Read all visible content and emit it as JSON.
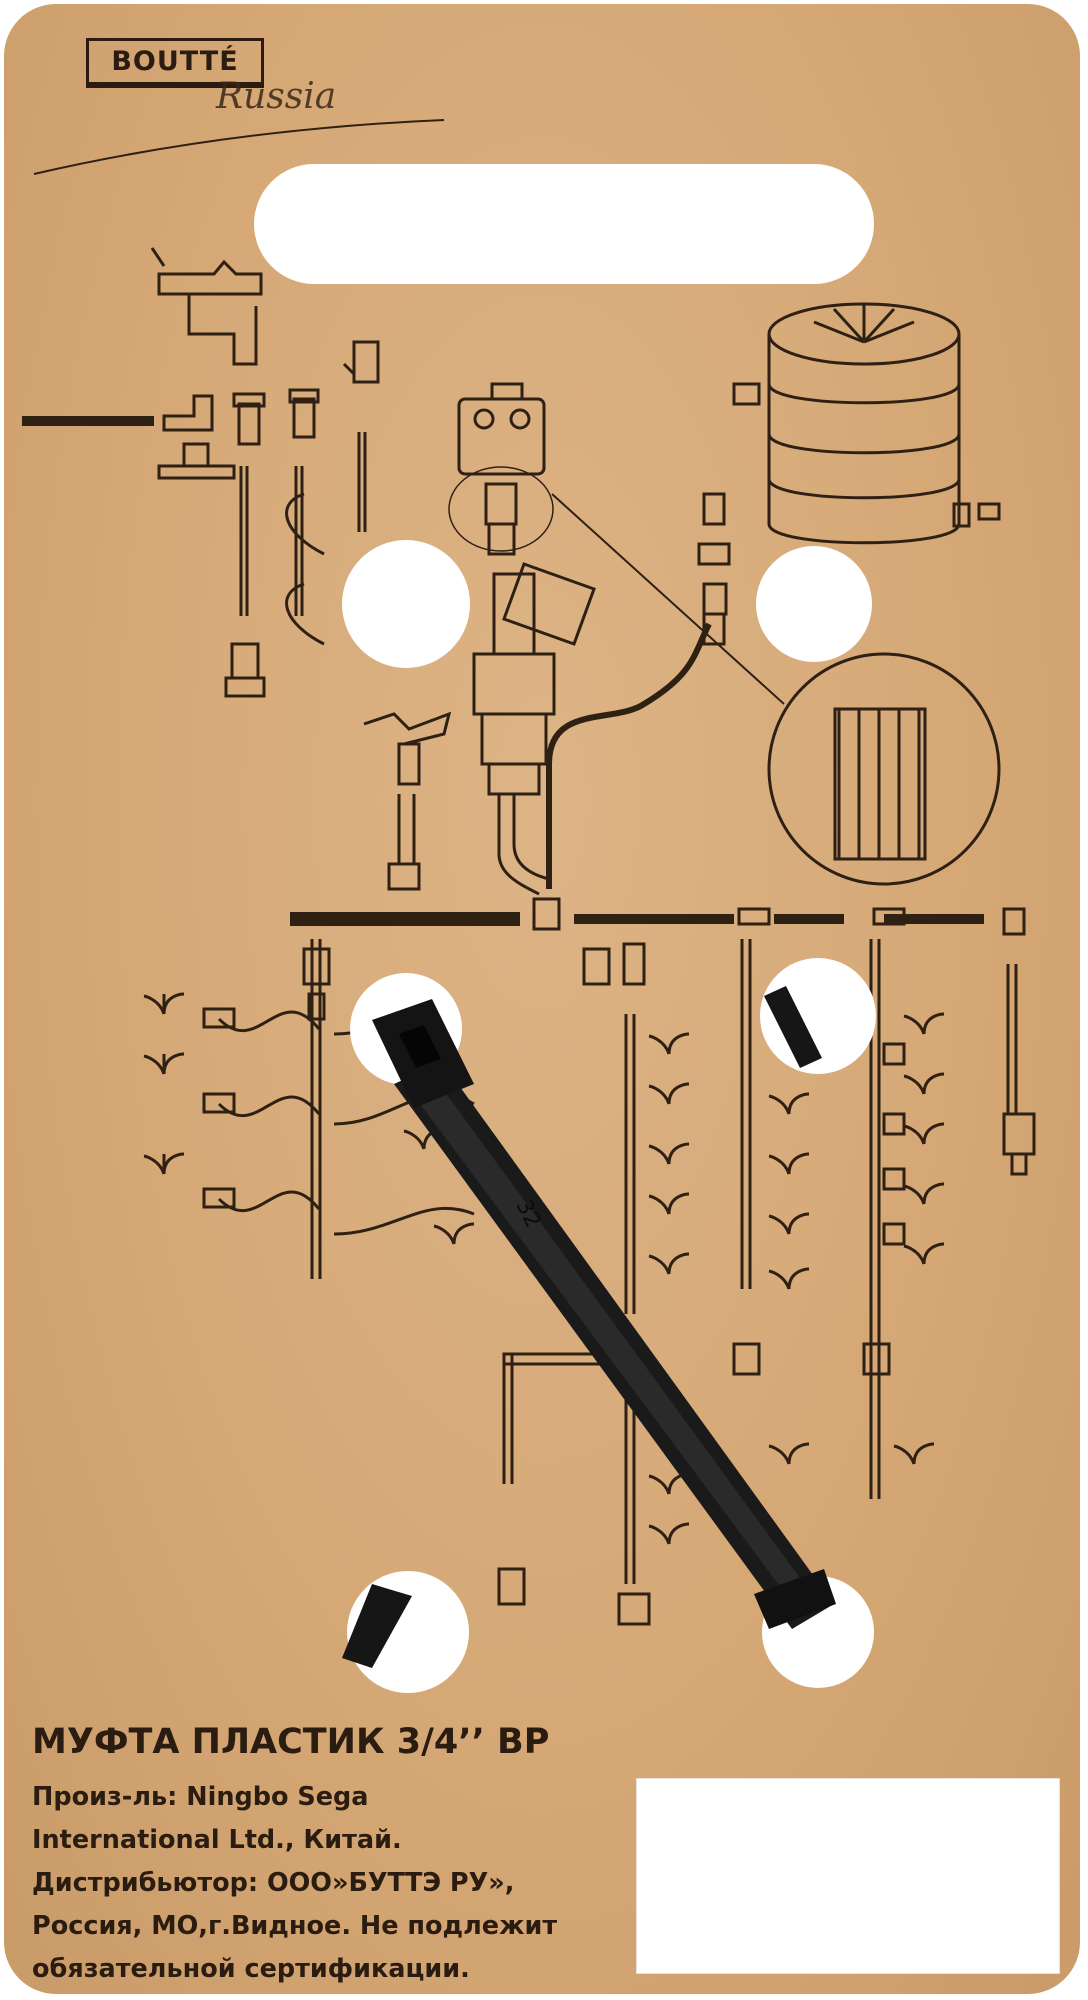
{
  "brand": {
    "name": "BOUTTÉ",
    "signature": "Russia"
  },
  "product": {
    "title": "МУФТА ПЛАСТИК 3/4’’ ВР",
    "info_lines": [
      "Произ-ль: Ningbo Sega",
      "International Ltd., Китай.",
      "Дистрибьютор: ООО»БУТТЭ РУ»,",
      "Россия, МО,г.Видное. Не подлежит",
      "обязательной сертификации."
    ]
  },
  "cable_tie": {
    "marking": "32"
  },
  "colors": {
    "cardboard": "#d5a876",
    "ink": "#2a1c10",
    "tie": "#161616",
    "background": "#ffffff"
  }
}
